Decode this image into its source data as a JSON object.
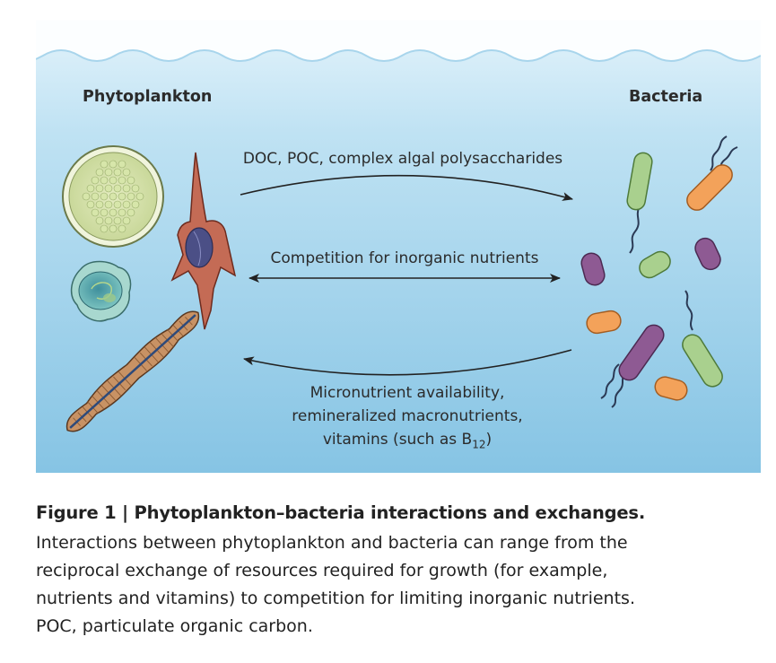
{
  "diagram": {
    "left_title": "Phytoplankton",
    "right_title": "Bacteria",
    "arrows": {
      "top": "DOC, POC, complex algal polysaccharides",
      "middle": "Competition for inorganic nutrients",
      "bottom_lines": [
        "Micronutrient availability,",
        "remineralized macronutrients,",
        "vitamins (such as B"
      ],
      "bottom_subscript": "12",
      "bottom_close": ")"
    },
    "colors": {
      "water_top": "#d6eef8",
      "water_bottom": "#8cc8e6",
      "bacteria_green": "#a9d08e",
      "bacteria_orange": "#f3a25a",
      "bacteria_purple": "#8e5a93",
      "dinoflagellate": "#b85a45",
      "diatom": "#b07a4e"
    }
  },
  "caption": {
    "title": "Figure 1 | Phytoplankton–bacteria interactions and exchanges.",
    "lines": [
      "Interactions between phytoplankton and bacteria can range from the",
      "reciprocal exchange of resources required for growth (for example,",
      "nutrients and vitamins) to competition for limiting inorganic nutrients.",
      "POC, particulate organic carbon."
    ]
  }
}
